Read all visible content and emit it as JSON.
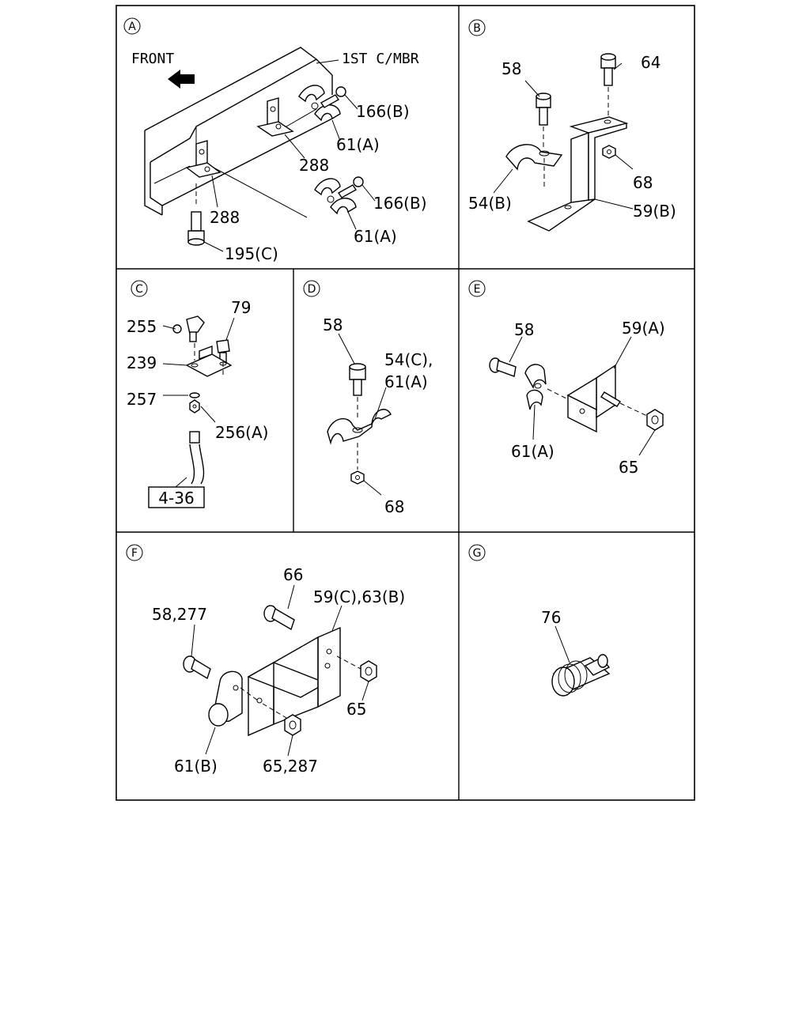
{
  "panels": {
    "A": {
      "letter": "A",
      "front_label": "FRONT",
      "labels": [
        "1ST C/MBR",
        "166(B)",
        "61(A)",
        "288",
        "288",
        "166(B)",
        "61(A)",
        "195(C)"
      ]
    },
    "B": {
      "letter": "B",
      "labels": [
        "58",
        "64",
        "68",
        "54(B)",
        "59(B)"
      ]
    },
    "C": {
      "letter": "C",
      "labels": [
        "255",
        "79",
        "239",
        "257",
        "256(A)"
      ],
      "ref_box": "4-36"
    },
    "D": {
      "letter": "D",
      "labels": [
        "58",
        "54(C),",
        "61(A)",
        "68"
      ]
    },
    "E": {
      "letter": "E",
      "labels": [
        "58",
        "59(A)",
        "61(A)",
        "65"
      ]
    },
    "F": {
      "letter": "F",
      "labels": [
        "66",
        "59(C),63(B)",
        "58,277",
        "65",
        "61(B)",
        "65,287"
      ]
    },
    "G": {
      "letter": "G",
      "labels": [
        "76"
      ]
    }
  }
}
